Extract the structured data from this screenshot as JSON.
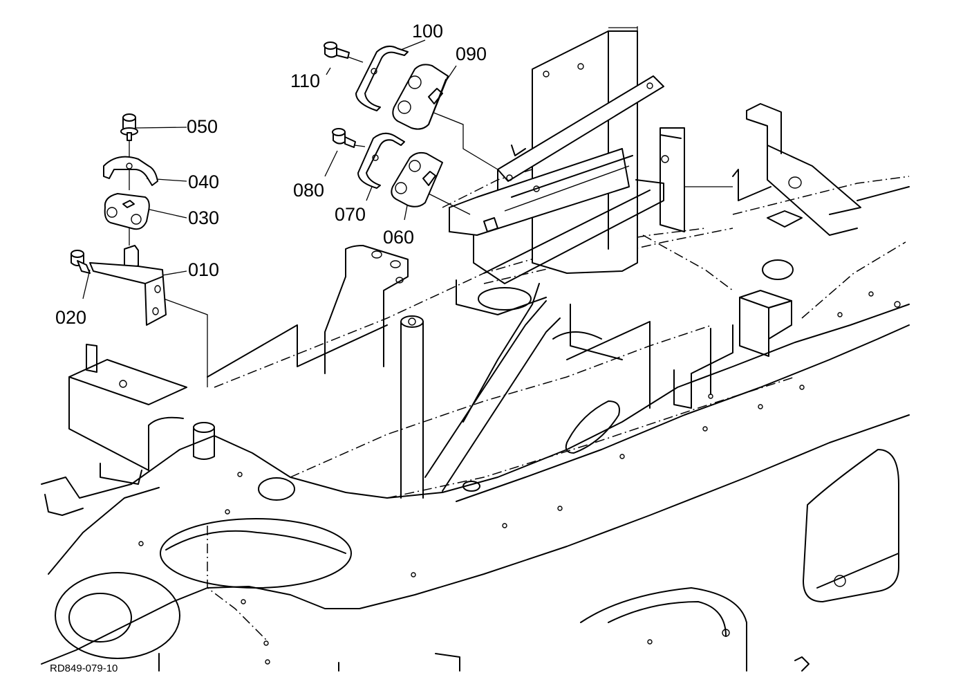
{
  "diagram": {
    "drawing_code": "RD849-079-10",
    "parts": [
      {
        "id": "p100",
        "label": "100"
      },
      {
        "id": "p090",
        "label": "090"
      },
      {
        "id": "p110",
        "label": "110"
      },
      {
        "id": "p050",
        "label": "050"
      },
      {
        "id": "p040",
        "label": "040"
      },
      {
        "id": "p030",
        "label": "030"
      },
      {
        "id": "p010",
        "label": "010"
      },
      {
        "id": "p020",
        "label": "020"
      },
      {
        "id": "p080",
        "label": "080"
      },
      {
        "id": "p070",
        "label": "070"
      },
      {
        "id": "p060",
        "label": "060"
      }
    ]
  }
}
